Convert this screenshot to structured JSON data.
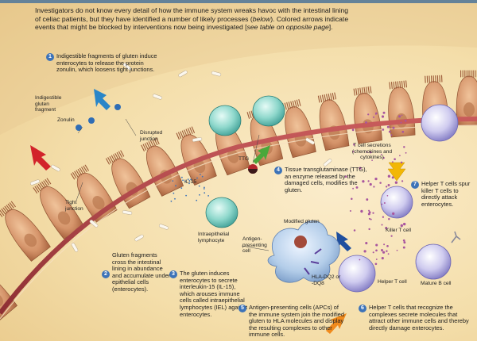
{
  "intro": {
    "part1": "Investigators do not know every detail of how the immune system wreaks havoc with the intestinal lining of celiac patients, but they have identified a number of likely processes (",
    "below": "below",
    "part2": "). Colored arrows indicate events that might be blocked by interventions now being investigated [",
    "see": "see table on opposite page",
    "part3": "]."
  },
  "steps": [
    {
      "num": "1",
      "text": "Indigestible fragments of gluten induce enterocytes to release the protein zonulin, which loosens tight junctions."
    },
    {
      "num": "2",
      "text": "Gluten fragments cross the intestinal lining in abundance and accumulate under epithelial cells (enterocytes)."
    },
    {
      "num": "3",
      "text": "The gluten induces enterocytes to secrete interleukin-15 (IL-15), which arouses immune cells called intraepithelial lymphocytes (IEL) against enterocytes."
    },
    {
      "num": "4",
      "text": "Tissue transglutaminase (TTG), an enzyme released by the damaged cells, modifies the gluten."
    },
    {
      "num": "5",
      "text": "Antigen-presenting cells (APCs) of the immune system join the modified gluten to HLA molecules and display the resulting complexes to other immune cells."
    },
    {
      "num": "6",
      "text": "Helper T cells that recognize the complexes secrete molecules that attract other immune cells and thereby directly damage enterocytes."
    },
    {
      "num": "7",
      "text": "Helper T cells spur killer T cells to directly attack enterocytes."
    }
  ],
  "labels": {
    "indigestible_gluten_fragment": "Indigestible gluten fragment",
    "zonulin": "Zonulin",
    "disrupted_junction": "Disrupted junction",
    "tight_junction": "Tight junction",
    "il15": "IL-15",
    "ttg": "TTG",
    "iel": "Intraepithelial lymphocyte",
    "modified_gluten": "Modified gluten",
    "apc": "Antigen-presenting cell",
    "hla": "HLA-DQ2 or -DQ8",
    "helper_t": "Helper T cell",
    "killer_t": "Killer T cell",
    "mature_b": "Mature B cell",
    "t_secretions": "T cell secretions (chemokines and cytokines)"
  },
  "colors": {
    "accent_blue": "#3d73b8",
    "arrow_red": "#d2232a",
    "arrow_blue": "#2a86c8",
    "arrow_green": "#4aa83a",
    "arrow_yellow": "#f2b705",
    "arrow_orange": "#f08a1c",
    "enterocyte": "#d99a6e",
    "iel_cell": "#7fcfc4",
    "t_cell": "#b7b3e0",
    "apc_cell": "#a9c6e6"
  }
}
